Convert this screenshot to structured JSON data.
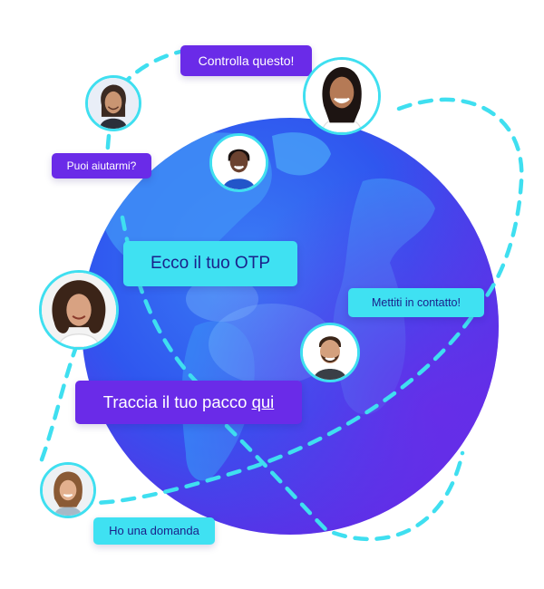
{
  "colors": {
    "purple": "#6a2be8",
    "cyan": "#3fe1f2",
    "globe_blue": "#2f57ef",
    "globe_violet": "#6b2be8",
    "land": "#3f8ef6"
  },
  "messages": {
    "check_this": "Controlla questo!",
    "can_you_help": "Puoi aiutarmi?",
    "otp": "Ecco il tuo OTP",
    "get_in_touch": "Mettiti in contatto!",
    "track_prefix": "Traccia il tuo pacco ",
    "track_link": "qui",
    "question": "Ho una domanda"
  },
  "avatars": [
    {
      "name": "man-long-hair-avatar"
    },
    {
      "name": "woman-smiling-avatar"
    },
    {
      "name": "woman-short-hair-avatar"
    },
    {
      "name": "woman-curly-hair-avatar"
    },
    {
      "name": "man-beard-avatar"
    },
    {
      "name": "woman-blonde-avatar"
    }
  ]
}
